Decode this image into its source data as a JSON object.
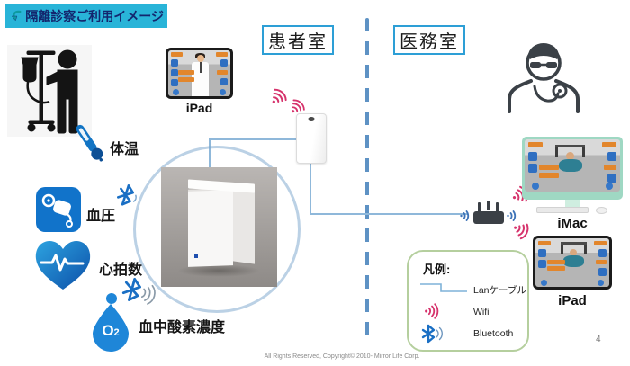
{
  "title": {
    "text": "隔離診察ご利用イメージ"
  },
  "rooms": {
    "patient": "患者室",
    "office": "医務室"
  },
  "sensors": [
    {
      "label": "体温"
    },
    {
      "label": "血圧"
    },
    {
      "label": "心拍数"
    },
    {
      "label": "血中酸素濃度"
    }
  ],
  "o2_icon": {
    "main": "O",
    "sub": "2"
  },
  "devices": {
    "patient_ipad": "iPad",
    "office_imac": "iMac",
    "office_ipad": "iPad"
  },
  "icons": [
    "curved-arrow-icon",
    "iv-drip-patient-icon",
    "thermometer-icon",
    "blood-pressure-icon",
    "heart-rate-icon",
    "o2-drop-icon",
    "bluetooth-icon",
    "wifi-icon",
    "doctor-icon",
    "access-point",
    "router"
  ],
  "legend": {
    "title": "凡例:",
    "items": [
      {
        "label": "Lanケーブル"
      },
      {
        "label": "Wifi"
      },
      {
        "label": "Bluetooth"
      }
    ]
  },
  "footer": {
    "copyright": "All Rights Reserved, Copyright© 2010- Mirror Life Corp.",
    "page": "4"
  },
  "colors": {
    "title_bg": "#29b4d8",
    "title_text": "#13266e",
    "room_border": "#2d9fd6",
    "divider_blue": "#5e92c4",
    "lan_line": "#8fb8da",
    "wifi_pink": "#d6336c",
    "bluetooth_blue": "#1a6fc4",
    "sensor_blue": "#1173ca",
    "legend_border": "#b5cf9e",
    "imac_green": "#9fd8c3"
  }
}
